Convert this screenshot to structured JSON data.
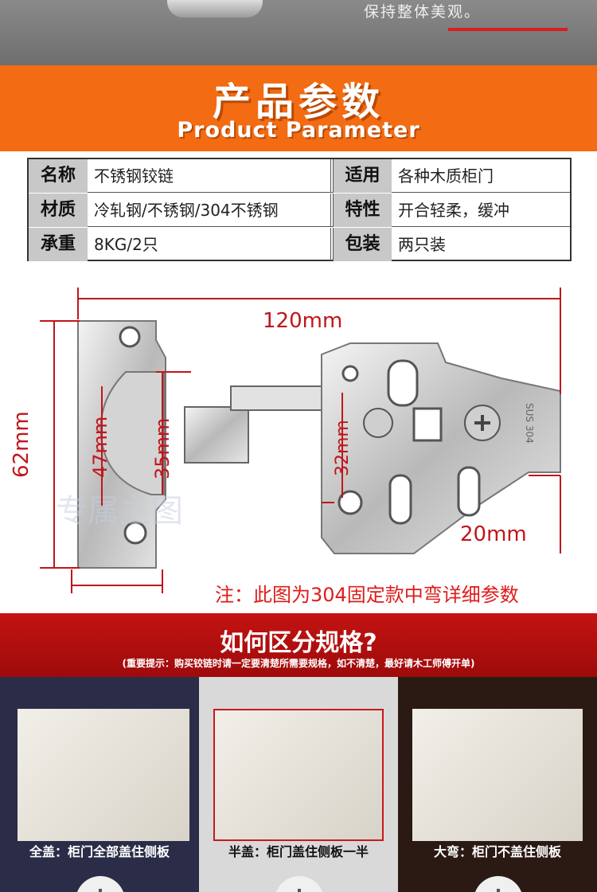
{
  "top": {
    "caption": "保持整体美观。"
  },
  "banner": {
    "title": "产品参数",
    "subtitle": "Product Parameter"
  },
  "params": [
    {
      "k1": "名称",
      "v1": "不锈钢铰链",
      "k2": "适用",
      "v2": "各种木质柜门"
    },
    {
      "k1": "材质",
      "v1": "冷轧钢/不锈钢/304不锈钢",
      "k2": "特性",
      "v2": "开合轻柔，缓冲"
    },
    {
      "k1": "承重",
      "v1": "8KG/2只",
      "k2": "包装",
      "v2": "两只装"
    }
  ],
  "diagram": {
    "dims": {
      "width": "120mm",
      "height": "62mm",
      "h47": "47mm",
      "h35": "35mm",
      "h32": "32mm",
      "w20": "20mm"
    },
    "hinge_mark": "SUS 304",
    "note": "注：此图为304固定款中弯详细参数",
    "colors": {
      "dimension": "#c0161c"
    }
  },
  "spec": {
    "title": "如何区分规格?",
    "tip": "(重要提示：购买铰链时请一定要清楚所需要规格，如不清楚，最好请木工师傅开单)"
  },
  "panels": [
    {
      "label": "全盖：柜门全部盖住侧板"
    },
    {
      "label": "半盖：柜门盖住侧板一半"
    },
    {
      "label": "大弯：柜门不盖住侧板"
    }
  ]
}
